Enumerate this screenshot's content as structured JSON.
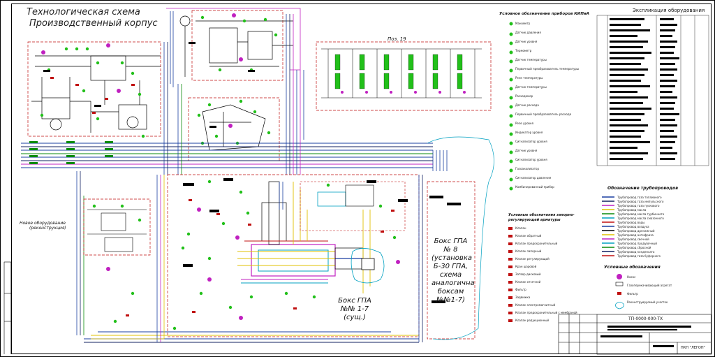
{
  "title": {
    "line1": "Технологическая схема",
    "line2": "Производственный корпус"
  },
  "labels": {
    "pos19": "Поз. 19",
    "legend_kip": "Условное обозначение приборов КИПиА",
    "explication": "Экспликация оборудования",
    "legend_pipes": "Обозначение трубопроводов",
    "legend_general": "Условные обозначения",
    "legend_valves": "Условные обозначения запорно-регулирующей арматуры",
    "new_equipment": "Новое оборудование",
    "new_equipment_sub": "(реконструкция)",
    "box_gpa_8": [
      "Бокс ГПА",
      "№ 8",
      "(установка",
      "Б-30 ГПА,",
      "схема",
      "аналогична",
      "боксам",
      "№№1-7)"
    ],
    "box_gpa_17": [
      "Бокс ГПА",
      "№№ 1-7",
      "(сущ.)"
    ],
    "stamp_code": "ТП-0000-000-ТХ",
    "stamp_org": "ПКП \"ЛЕГОН\""
  },
  "kip_legend": [
    "Манометр",
    "Датчик давления",
    "Датчик уровня",
    "Термометр",
    "Датчик температуры",
    "Первичный преобразователь температуры",
    "Реле температуры",
    "Датчик температуры",
    "Расходомер",
    "Датчик расхода",
    "Первичный преобразователь расхода",
    "Реле уровня",
    "Индикатор уровня",
    "Сигнализатор уровня",
    "Датчик уровня",
    "Сигнализатор уровня",
    "Газоанализатор",
    "Сигнализатор давления",
    "Комбинированный прибор"
  ],
  "valve_legend": [
    "Клапан",
    "Клапан обратный",
    "Клапан предохранительный",
    "Клапан запорный",
    "Клапан регулирующий",
    "Кран шаровой",
    "Затвор дисковый",
    "Клапан отсечной",
    "Фильтр",
    "Задвижка",
    "Клапан электромагнитный",
    "Клапан предохранительный с мембраной",
    "Клапан редукционный"
  ],
  "general_legend": [
    "Насос",
    "Газоперекачивающий агрегат",
    "Фильтр",
    "Реконструируемый участок"
  ],
  "pipe_legend": [
    "Трубопровод газа топливного",
    "Трубопровод газа импульсного",
    "Трубопровод газа пускового",
    "Трубопровод масла",
    "Трубопровод масла турбинного",
    "Трубопровод масла смазочного",
    "Трубопровод воды",
    "Трубопровод воздуха",
    "Трубопровод дренажный",
    "Трубопровод антифриза",
    "Трубопровод свечной",
    "Трубопровод продувочный",
    "Трубопровод сбросной",
    "Трубопровод конденсата",
    "Трубопровод газа буферного"
  ],
  "colors": {
    "pipe_blue": "#1a3fa0",
    "pipe_green": "#0a8a0a",
    "pipe_magenta": "#c020c0",
    "pipe_yellow": "#e0c000",
    "pipe_red": "#c01010",
    "pipe_cyan": "#00a0c0",
    "pipe_navy": "#102060",
    "instrument_green": "#22c01a",
    "dashed_red": "#c01010"
  }
}
